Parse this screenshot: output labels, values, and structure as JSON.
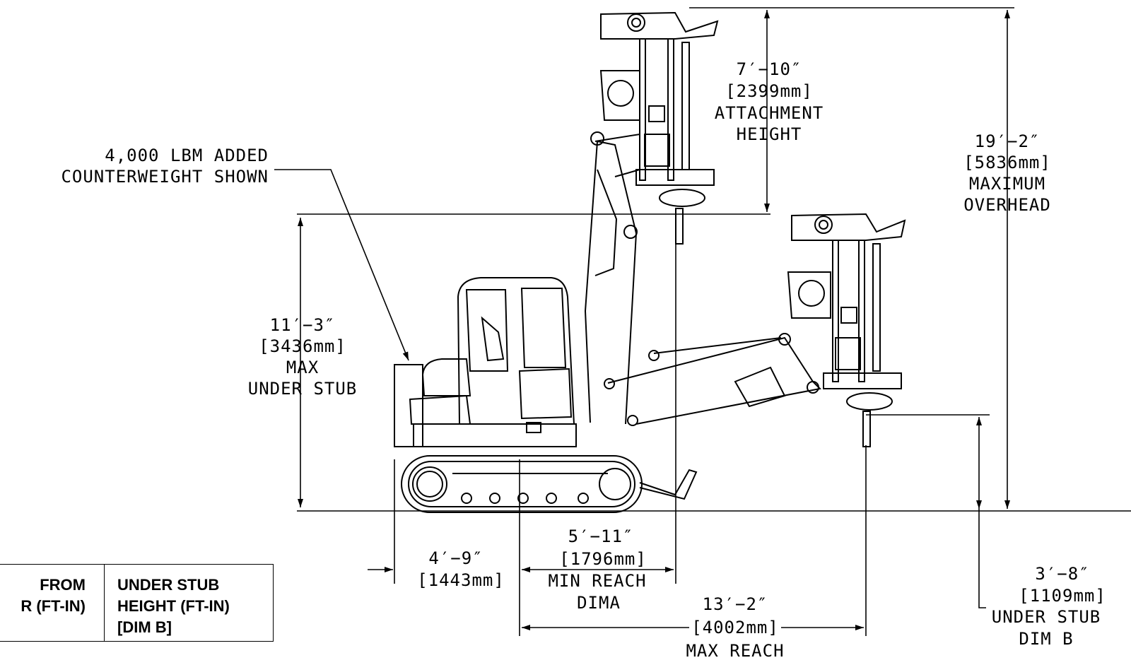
{
  "dimensions": {
    "counterweight": {
      "line1": "4,000 LBM ADDED",
      "line2": "COUNTERWEIGHT SHOWN"
    },
    "attachment_height": {
      "ft_in": "7′−10″",
      "mm": "[2399mm]",
      "label1": "ATTACHMENT",
      "label2": "HEIGHT"
    },
    "max_overhead": {
      "ft_in": "19′−2″",
      "mm": "[5836mm]",
      "label1": "MAXIMUM",
      "label2": "OVERHEAD"
    },
    "max_under_stub": {
      "ft_in": "11′−3″",
      "mm": "[3436mm]",
      "label1": "MAX",
      "label2": "UNDER STUB"
    },
    "offset": {
      "ft_in": "4′−9″",
      "mm": "[1443mm]"
    },
    "min_reach": {
      "ft_in": "5′−11″",
      "mm": "[1796mm]",
      "label1": "MIN REACH",
      "label2": "DIMA"
    },
    "max_reach": {
      "ft_in": "13′−2″",
      "mm": "[4002mm]",
      "label1": "MAX REACH"
    },
    "under_stub_b": {
      "ft_in": "3′−8″",
      "mm": "[1109mm]",
      "label1": "UNDER STUB",
      "label2": "DIM B"
    }
  },
  "table": {
    "col1": "FROM\nR (FT-IN)",
    "col2": "UNDER STUB\nHEIGHT (FT-IN)\n[DIM B]"
  }
}
